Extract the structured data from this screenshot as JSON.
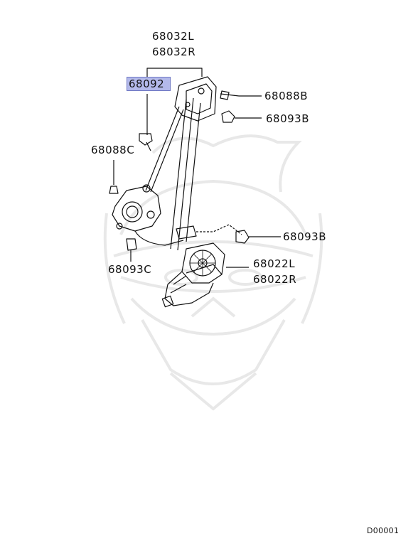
{
  "diagram": {
    "part_labels": {
      "p68032L": "68032L",
      "p68032R": "68032R",
      "p68092": "68092",
      "p68088B": "68088B",
      "p68093B_top": "68093B",
      "p68088C": "68088C",
      "p68093B_mid": "68093B",
      "p68093C": "68093C",
      "p68022L": "68022L",
      "p68022R": "68022R"
    },
    "highlighted_part": "68092",
    "highlight_color": "#b3b9ea",
    "watermark": "samurai-helmet-logo",
    "footer_code": "D00001"
  }
}
